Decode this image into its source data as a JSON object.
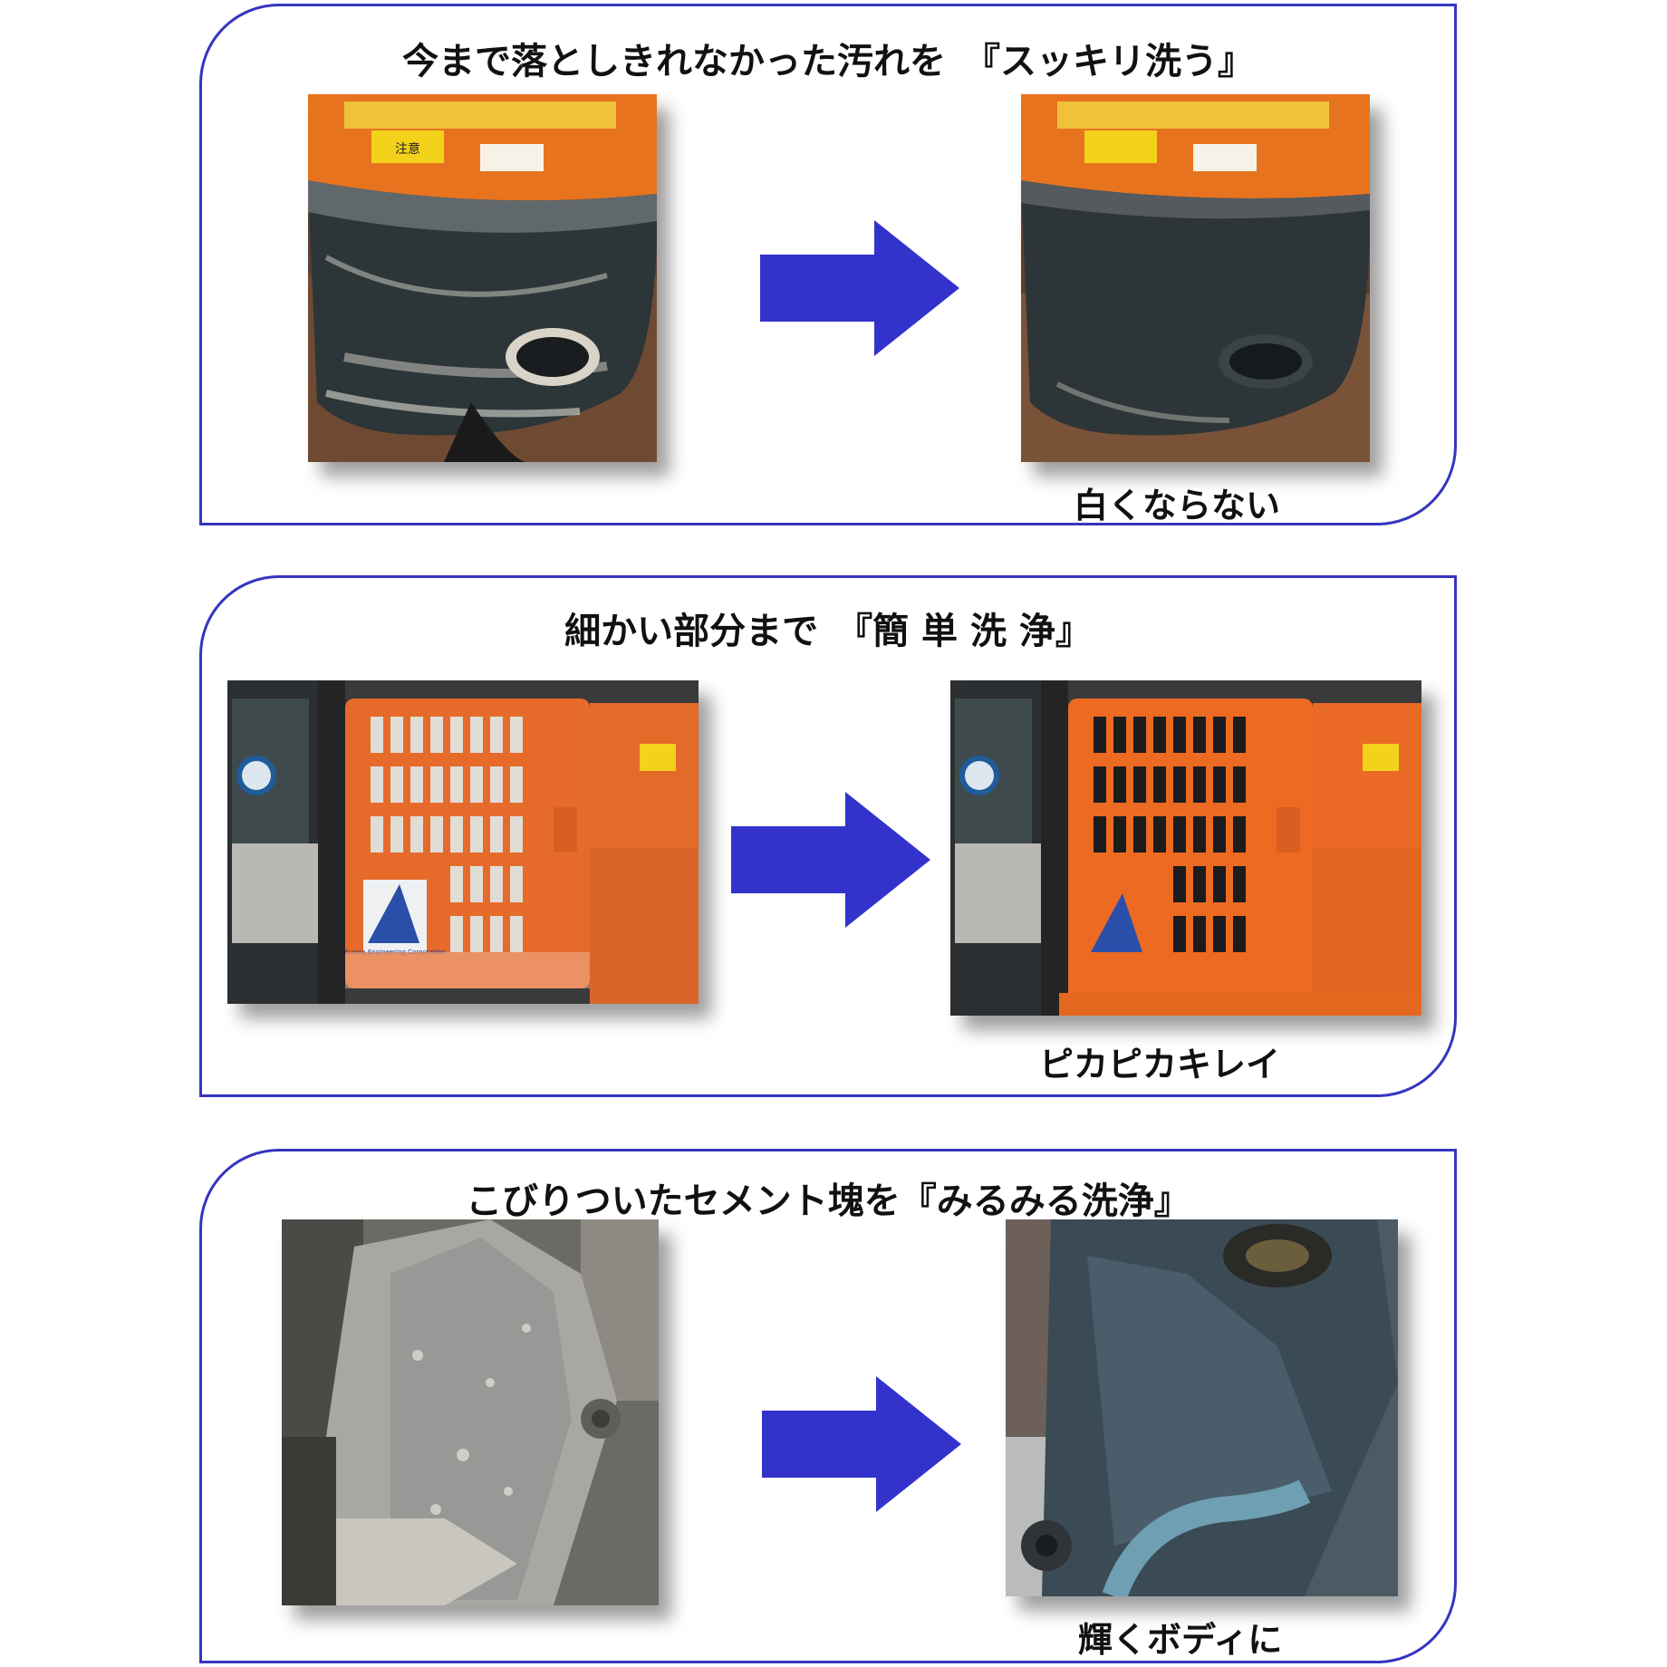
{
  "accent_color": "#3333cc",
  "sections": [
    {
      "title": "今まで落としきれなかった汚れを　『スッキリ洗う』",
      "caption": "白くならない"
    },
    {
      "title": "細かい部分まで　『簡 単 洗 浄』",
      "caption": "ピカピカキレイ"
    },
    {
      "title": "こびりついたセメント塊を『みるみる洗浄』",
      "caption": "輝くボディに"
    }
  ],
  "labels": {
    "warning_sticker": "注意",
    "logo_text": "Kunwa Engineering Corporation"
  }
}
